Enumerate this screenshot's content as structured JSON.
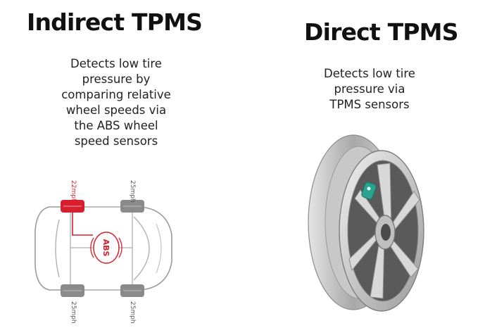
{
  "left": {
    "title": "Indirect TPMS",
    "description_lines": [
      "Detects low tire",
      "pressure by",
      "comparing relative",
      "wheel speeds via",
      "the ABS wheel",
      "speed sensors"
    ],
    "abs_label": "ABS",
    "speeds": {
      "front_left": "22mph",
      "front_right": "25mph",
      "rear_left": "25mph",
      "rear_right": "25mph"
    }
  },
  "right": {
    "title": "Direct TPMS",
    "description_lines": [
      "Detects low tire",
      "pressure via",
      "TPMS sensors"
    ]
  },
  "colors": {
    "alert_tire": "#d6202f",
    "normal_tire": "#8a8a8a",
    "sensor": "#2aa38f"
  }
}
